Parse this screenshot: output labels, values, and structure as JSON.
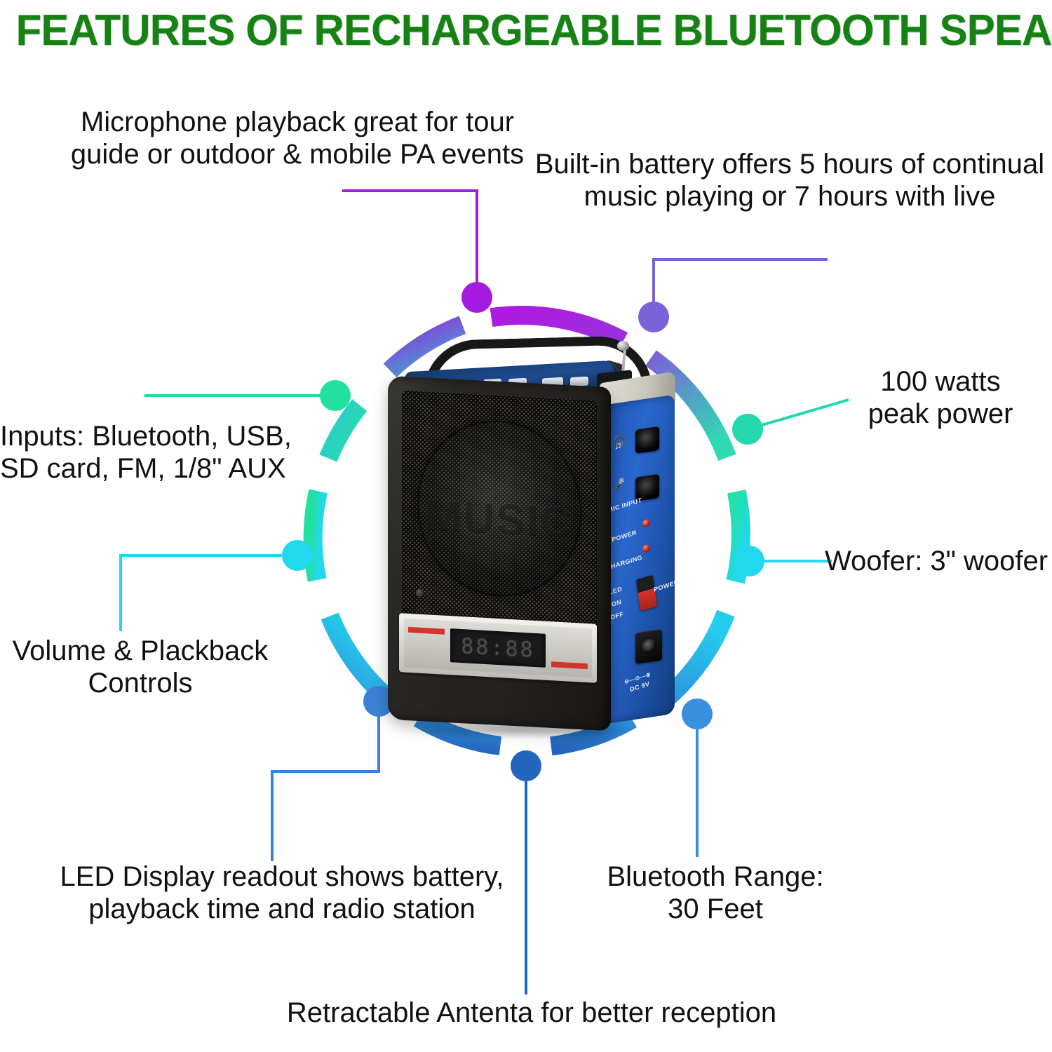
{
  "title": "FEATURES OF RECHARGEABLE BLUETOOTH SPEAKER",
  "theme": {
    "title_color": "#168214",
    "text_color": "#111111",
    "background": "#ffffff",
    "ring_colors": {
      "magenta": "#b218e0",
      "purple": "#8a4fd8",
      "violet": "#6f63d6",
      "teal": "#22d0b0",
      "spring_green": "#22e0a0",
      "cyan": "#22d8ee",
      "sky_blue": "#36a7e8",
      "blue": "#2a6fc4",
      "deep_blue": "#2566bd"
    }
  },
  "callouts": [
    {
      "id": "microphone-playback",
      "name": "callout-microphone-playback",
      "text": "Microphone playback great for tour\nguide or outdoor & mobile PA events",
      "dot_color": "#a31ae0",
      "position": "top-left"
    },
    {
      "id": "built-in-battery",
      "name": "callout-built-in-battery",
      "text": "Built-in battery offers 5 hours of continual\nmusic playing or 7 hours with live",
      "dot_color": "#7b62d8",
      "position": "top-right"
    },
    {
      "id": "peak-power",
      "name": "callout-peak-power",
      "text": "100 watts\npeak power",
      "dot_color": "#22d8ac",
      "position": "right-upper"
    },
    {
      "id": "woofer",
      "name": "callout-woofer",
      "text": "Woofer: 3\" woofer",
      "dot_color": "#22d8ee",
      "position": "right-lower"
    },
    {
      "id": "bluetooth-range",
      "name": "callout-bluetooth-range",
      "text": "Bluetooth Range:\n30 Feet",
      "dot_color": "#3b8fe0",
      "position": "bottom-right"
    },
    {
      "id": "retractable-antenna",
      "name": "callout-retractable-antenna",
      "text": "Retractable Antenta for better reception",
      "dot_color": "#2566bd",
      "position": "bottom-center"
    },
    {
      "id": "led-display",
      "name": "callout-led-display",
      "text": "LED Display readout shows battery,\nplayback time and radio station",
      "dot_color": "#3b82d6",
      "position": "bottom-left"
    },
    {
      "id": "volume-playback-controls",
      "name": "callout-volume-playback-controls",
      "text": "Volume & Plackback\nControls",
      "dot_color": "#22d8ee",
      "position": "left-lower"
    },
    {
      "id": "inputs",
      "name": "callout-inputs",
      "text": "Inputs: Bluetooth, USB,\nSD card, FM, 1/8\" AUX",
      "dot_color": "#22e0a0",
      "position": "left-upper"
    }
  ],
  "product": {
    "name": "Rechargeable Bluetooth Speaker",
    "brand_on_grille": "MUSIC",
    "led_readout": "88:88",
    "side_panel": {
      "headphone_label": "",
      "mic_input_label": "MIC INPUT",
      "power_label": "POWER",
      "charging_label": "CHARGING",
      "led_switch_label": "LED",
      "switch_on_label": "ON",
      "switch_off_label": "OFF",
      "switch_power_label": "POWER",
      "dc_label": "DC 9V"
    }
  }
}
